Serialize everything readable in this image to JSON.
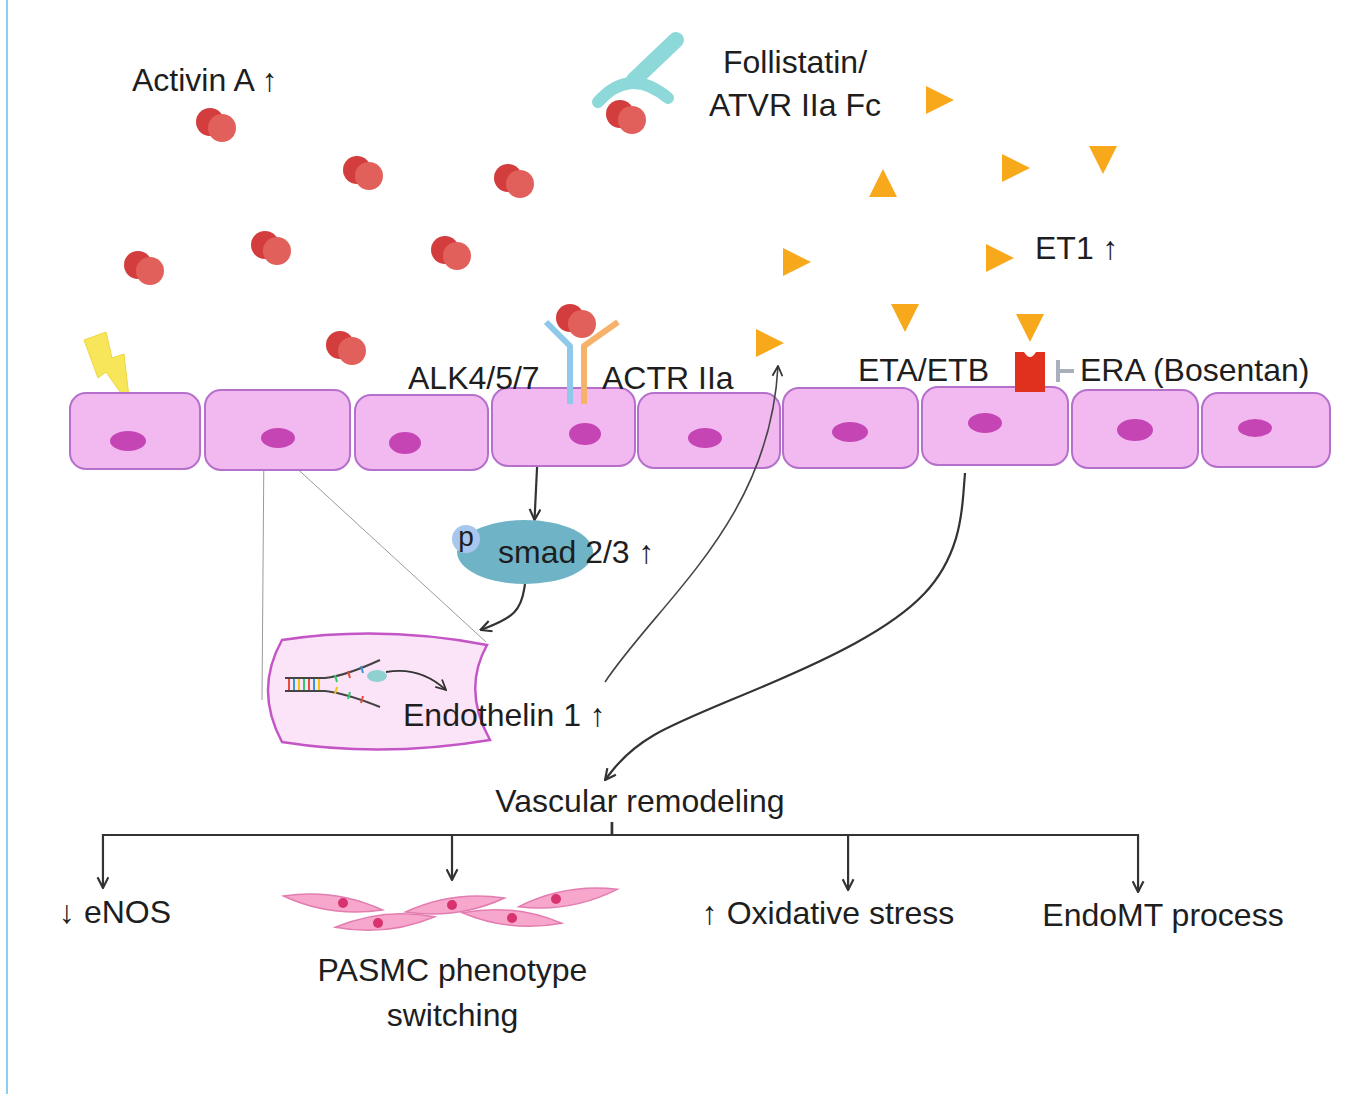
{
  "diagram": {
    "nodes": [
      {
        "text": [
          "ALK4/5/7",
          "ACTR IIa"
        ]
      },
      {
        "text": [
          "smad 2/3 ↑"
        ]
      },
      {
        "text": [
          "p"
        ],
        "in": 1
      },
      {
        "text": [
          "Endothelin 1 ↑"
        ]
      },
      {
        "text": [
          "ETA/ETB",
          "ERA (Bosentan)"
        ]
      },
      {
        "text": [
          "Vascular remodeling"
        ]
      },
      {
        "text": [
          "↓ eNOS"
        ]
      },
      {
        "text": [
          "PASMC phenotype switching"
        ]
      },
      {
        "text": [
          "↑ Oxidative stress"
        ]
      },
      {
        "text": [
          "EndoMT process"
        ]
      }
    ],
    "edges": [
      {
        "from": 0,
        "to": 1,
        "arrow": "to"
      },
      {
        "from": 1,
        "to": 3,
        "arrow": "to"
      },
      {
        "from": 4,
        "to": 5,
        "arrow": "to"
      },
      {
        "from": 5,
        "to": 6,
        "arrow": "to"
      },
      {
        "from": 5,
        "to": 7,
        "arrow": "to"
      },
      {
        "from": 5,
        "to": 8,
        "arrow": "to"
      },
      {
        "from": 5,
        "to": 9,
        "arrow": "to"
      }
    ],
    "labels": [
      "Activin A ↑",
      "Follistatin/ ATVR IIa Fc",
      "ET1 ↑"
    ]
  }
}
